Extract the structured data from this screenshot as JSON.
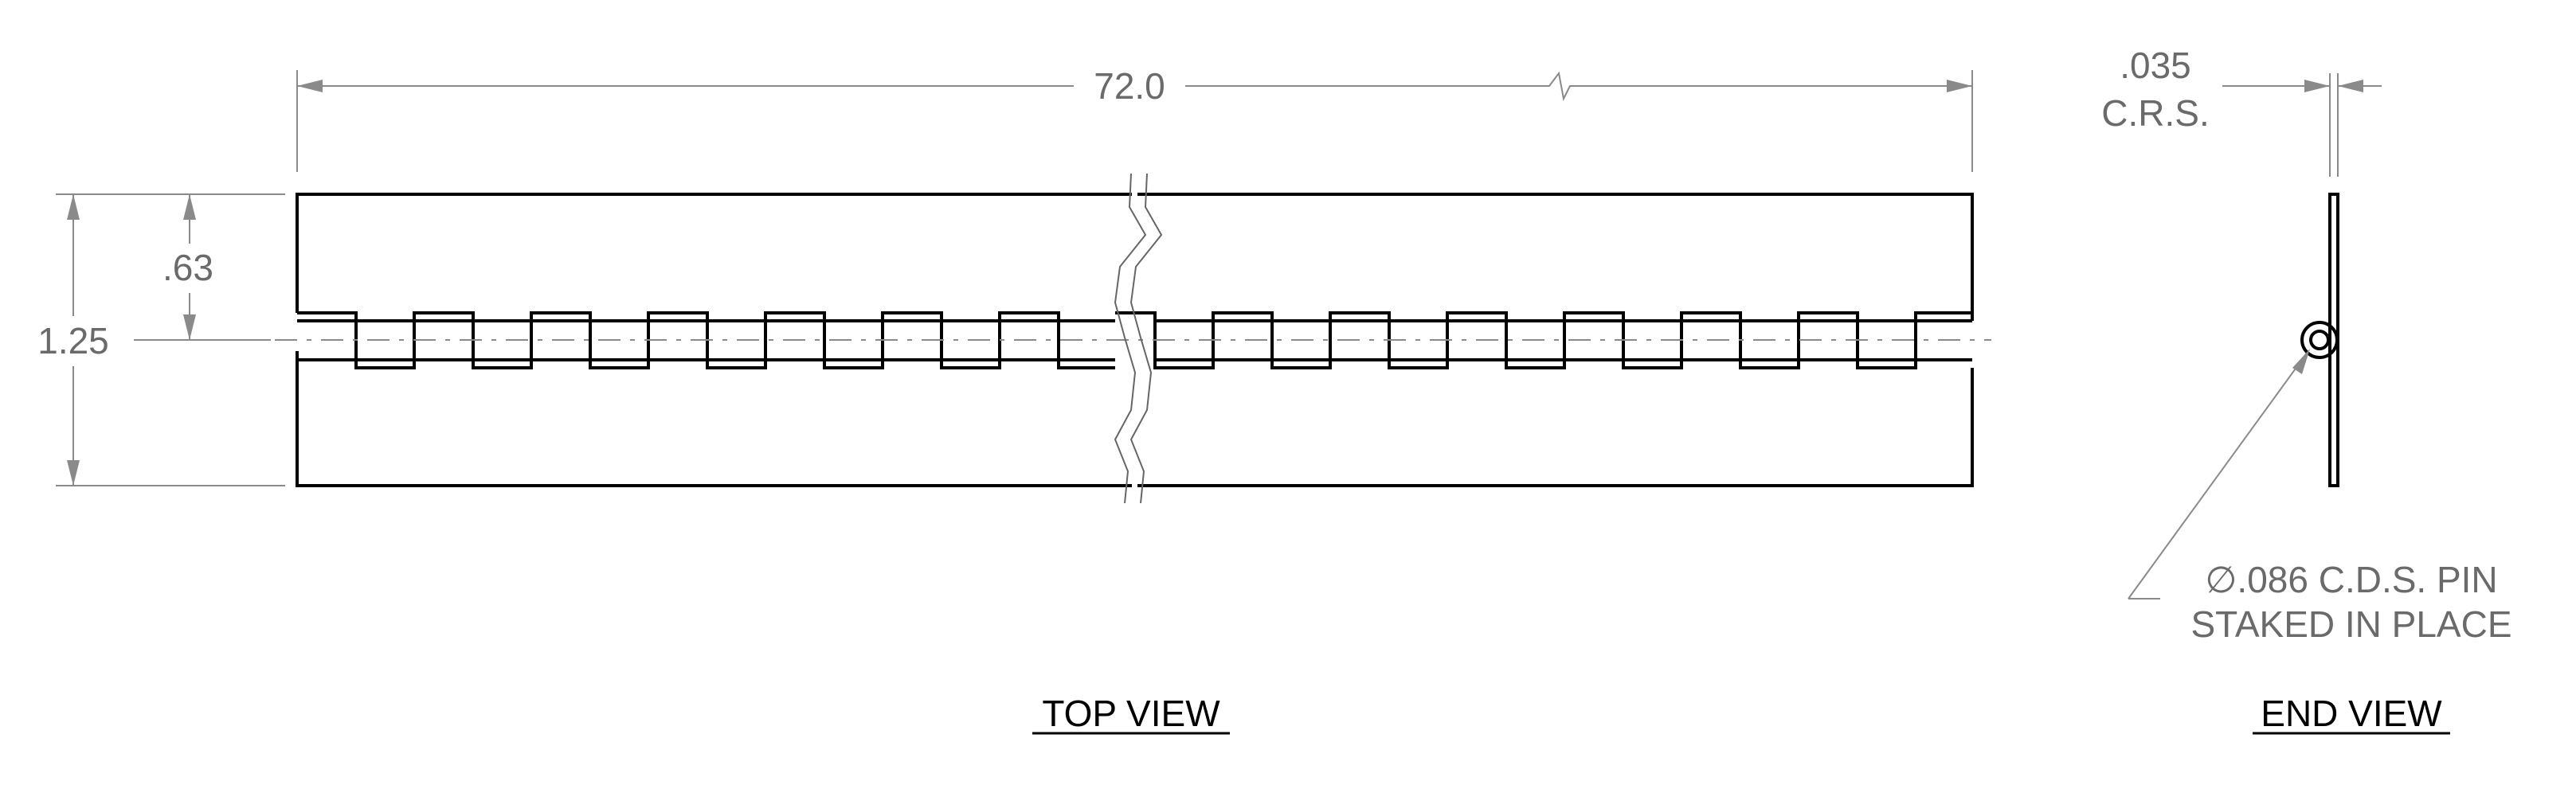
{
  "top_view": {
    "length_label": "72.0",
    "width_label": "1.25",
    "half_width_label": ".63",
    "view_label": "TOP VIEW"
  },
  "end_view": {
    "thickness_label": ".035",
    "material_label": "C.R.S.",
    "pin_label_line1": "∅.086 C.D.S. PIN",
    "pin_label_line2": "STAKED IN PLACE",
    "view_label": "END VIEW"
  }
}
